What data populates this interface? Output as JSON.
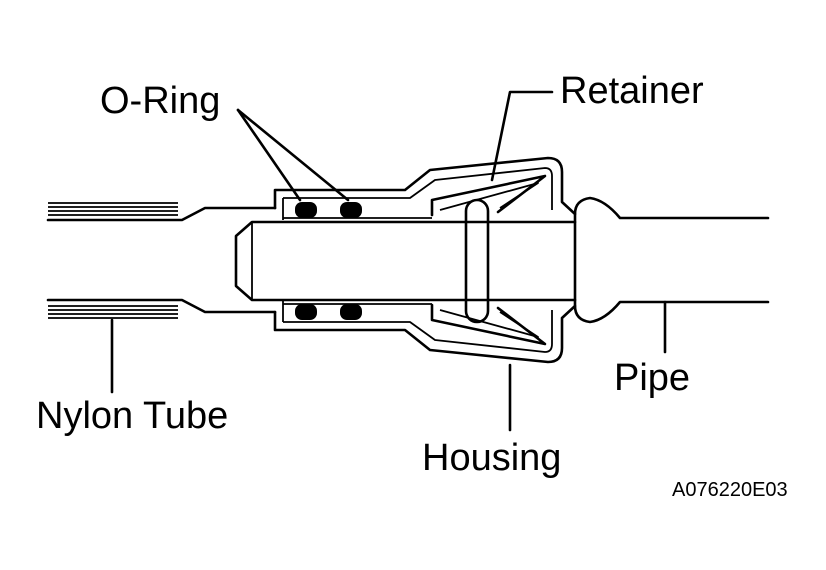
{
  "labels": {
    "o_ring": "O-Ring",
    "retainer": "Retainer",
    "nylon_tube": "Nylon Tube",
    "pipe": "Pipe",
    "housing": "Housing",
    "figure_code": "A076220E03"
  },
  "colors": {
    "ink": "#000000",
    "paper": "#ffffff"
  }
}
